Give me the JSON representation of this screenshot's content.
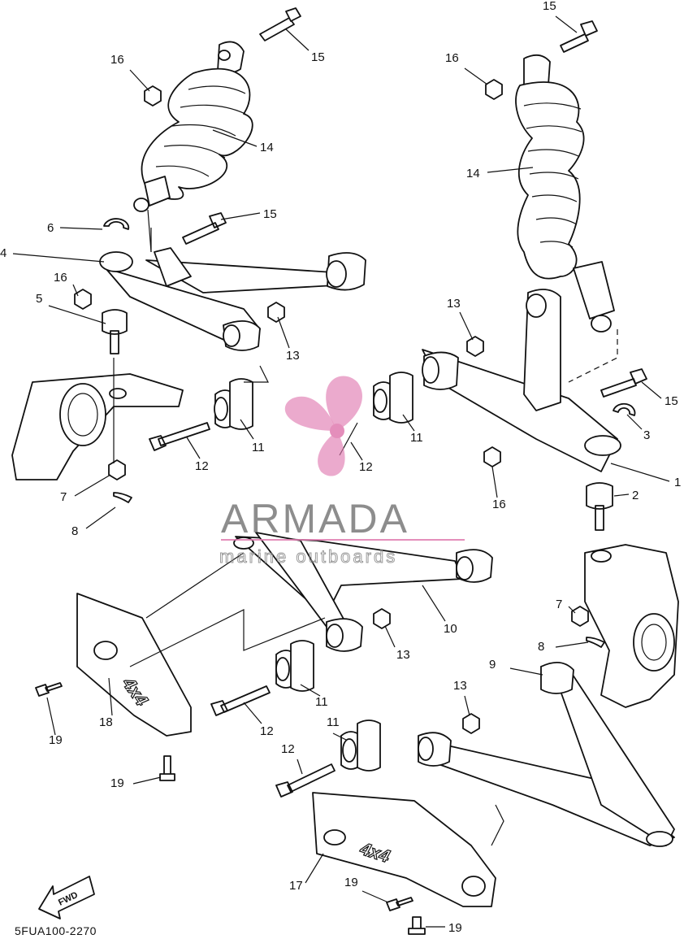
{
  "diagram": {
    "code": "5FUA100-2270",
    "fwd_label": "FWD",
    "badge_text": "4x4",
    "watermark": {
      "brand": "ARMADA",
      "sub": "marine outboards",
      "accent": "#e07bb0"
    }
  },
  "callouts": [
    {
      "id": "c15a",
      "text": "15"
    },
    {
      "id": "c16a",
      "text": "16"
    },
    {
      "id": "c14a",
      "text": "14"
    },
    {
      "id": "c15b",
      "text": "15"
    },
    {
      "id": "c6",
      "text": "6"
    },
    {
      "id": "c4",
      "text": "4"
    },
    {
      "id": "c16b",
      "text": "16"
    },
    {
      "id": "c5",
      "text": "5"
    },
    {
      "id": "c13a",
      "text": "13"
    },
    {
      "id": "c12a",
      "text": "12"
    },
    {
      "id": "c11a",
      "text": "11"
    },
    {
      "id": "c7a",
      "text": "7"
    },
    {
      "id": "c8a",
      "text": "8"
    },
    {
      "id": "c15c",
      "text": "15"
    },
    {
      "id": "c16c",
      "text": "16"
    },
    {
      "id": "c14b",
      "text": "14"
    },
    {
      "id": "c13b",
      "text": "13"
    },
    {
      "id": "c11b",
      "text": "11"
    },
    {
      "id": "c12b",
      "text": "12"
    },
    {
      "id": "c15d",
      "text": "15"
    },
    {
      "id": "c3",
      "text": "3"
    },
    {
      "id": "c1",
      "text": "1"
    },
    {
      "id": "c16d",
      "text": "16"
    },
    {
      "id": "c2",
      "text": "2"
    },
    {
      "id": "c10",
      "text": "10"
    },
    {
      "id": "c13c",
      "text": "13"
    },
    {
      "id": "c7b",
      "text": "7"
    },
    {
      "id": "c8b",
      "text": "8"
    },
    {
      "id": "c9",
      "text": "9"
    },
    {
      "id": "c19a",
      "text": "19"
    },
    {
      "id": "c18",
      "text": "18"
    },
    {
      "id": "c11c",
      "text": "11"
    },
    {
      "id": "c12c",
      "text": "12"
    },
    {
      "id": "c13d",
      "text": "13"
    },
    {
      "id": "c19b",
      "text": "19"
    },
    {
      "id": "c11d",
      "text": "11"
    },
    {
      "id": "c12d",
      "text": "12"
    },
    {
      "id": "c17",
      "text": "17"
    },
    {
      "id": "c19c",
      "text": "19"
    },
    {
      "id": "c19d",
      "text": "19"
    }
  ]
}
